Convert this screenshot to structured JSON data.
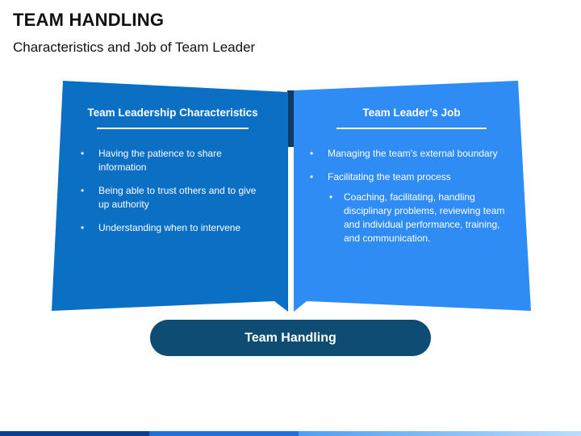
{
  "slide": {
    "title": "TEAM HANDLING",
    "subtitle": "Characteristics and Job of Team Leader"
  },
  "left_panel": {
    "heading": "Team Leadership Characteristics",
    "color": "#0b6fc4",
    "bullets": [
      "Having the patience to share information",
      "Being able to trust others and to give up authority",
      "Understanding when to intervene"
    ]
  },
  "right_panel": {
    "heading": "Team Leader’s Job",
    "color": "#2f8cf5",
    "bullets": [
      "Managing the team’s external boundary",
      "Facilitating the team process"
    ],
    "sub_bullets": [
      "Coaching, facilitating, handling disciplinary problems, reviewing team and individual performance, training, and communication."
    ]
  },
  "footer_pill": {
    "label": "Team Handling",
    "color": "#0e4c73"
  },
  "bullet_glyph": "•"
}
